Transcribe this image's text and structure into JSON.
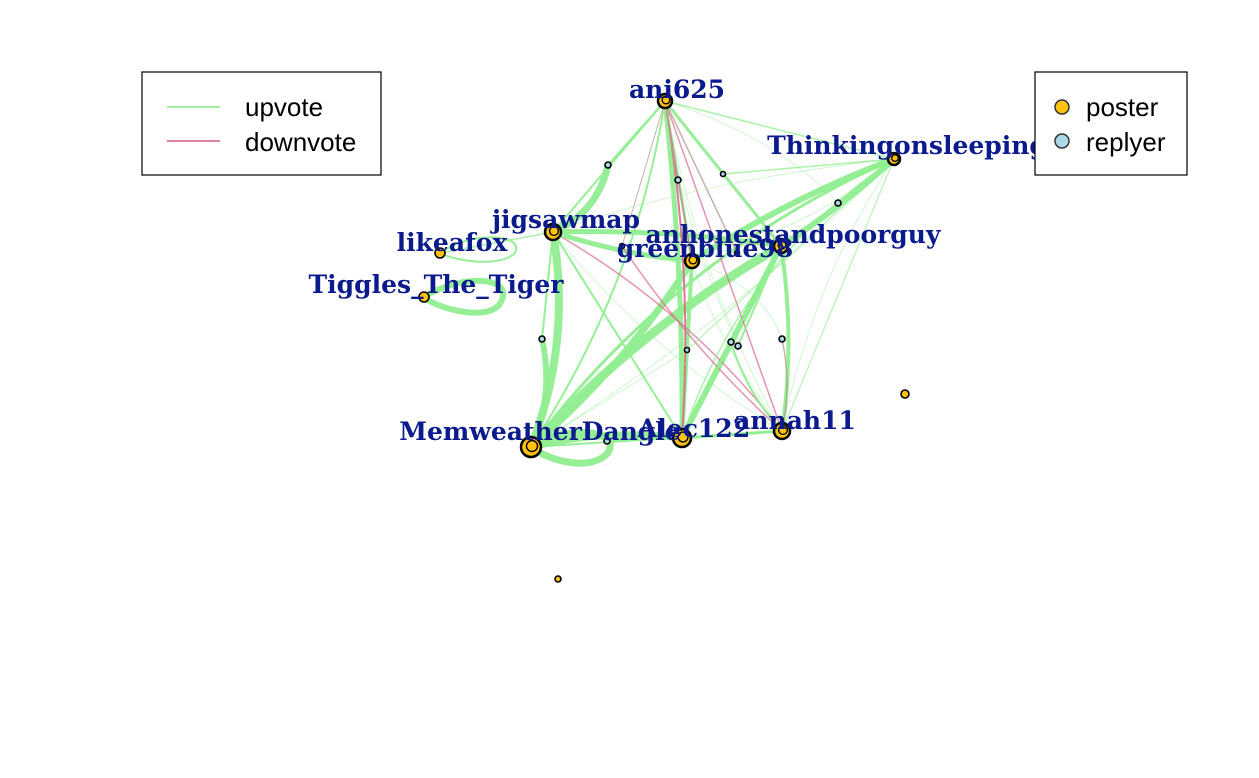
{
  "colors": {
    "upvote": "#90ee90",
    "downvote": "#db7093",
    "mixed": "#b09a8a",
    "poster": "#ffc20e",
    "replyer": "#add8e6",
    "label": "#0b1a8c",
    "node_stroke": "#000000"
  },
  "legend_edges": {
    "items": [
      {
        "label": "upvote",
        "color": "#90ee90"
      },
      {
        "label": "downvote",
        "color": "#db7093"
      }
    ]
  },
  "legend_nodes": {
    "items": [
      {
        "label": "poster",
        "color": "#ffc20e"
      },
      {
        "label": "replyer",
        "color": "#add8e6"
      }
    ]
  },
  "nodes": [
    {
      "id": "ani625",
      "label": "ani625",
      "kind": "poster"
    },
    {
      "id": "thinking",
      "label": "Thinkingonsleeping",
      "kind": "poster"
    },
    {
      "id": "jigsaw",
      "label": "jigsawmap",
      "kind": "poster"
    },
    {
      "id": "likeafox",
      "label": "likeafox",
      "kind": "poster"
    },
    {
      "id": "tiggles",
      "label": "Tiggles_The_Tiger",
      "kind": "poster"
    },
    {
      "id": "green",
      "label": "greenblue98",
      "kind": "poster"
    },
    {
      "id": "anhonest",
      "label": "anhonestandpoorguy",
      "kind": "poster"
    },
    {
      "id": "memweather",
      "label": "MemweatherDangle",
      "kind": "poster"
    },
    {
      "id": "alec",
      "label": "Alec122",
      "kind": "poster"
    },
    {
      "id": "annah",
      "label": "annah11",
      "kind": "poster"
    },
    {
      "id": "n1",
      "label": "",
      "kind": "replyer"
    },
    {
      "id": "n2",
      "label": "",
      "kind": "replyer"
    },
    {
      "id": "n3",
      "label": "",
      "kind": "replyer"
    },
    {
      "id": "n4",
      "label": "",
      "kind": "replyer"
    },
    {
      "id": "n5",
      "label": "",
      "kind": "replyer"
    },
    {
      "id": "n6",
      "label": "",
      "kind": "replyer"
    },
    {
      "id": "n7",
      "label": "",
      "kind": "replyer"
    },
    {
      "id": "n8",
      "label": "",
      "kind": "replyer"
    },
    {
      "id": "n9",
      "label": "",
      "kind": "replyer"
    },
    {
      "id": "n10",
      "label": "",
      "kind": "replyer"
    },
    {
      "id": "n11",
      "label": "",
      "kind": "replyer"
    },
    {
      "id": "n12",
      "label": "",
      "kind": "replyer"
    },
    {
      "id": "iso1",
      "label": "",
      "kind": "poster"
    },
    {
      "id": "iso2",
      "label": "",
      "kind": "poster"
    }
  ],
  "edges": [
    {
      "from": "memweather",
      "to": "jigsaw",
      "type": "upvote",
      "weight": 8
    },
    {
      "from": "memweather",
      "to": "anhonest",
      "type": "upvote",
      "weight": 9
    },
    {
      "from": "memweather",
      "to": "green",
      "type": "upvote",
      "weight": 7
    },
    {
      "from": "memweather",
      "to": "alec",
      "type": "upvote",
      "weight": 7
    },
    {
      "from": "memweather",
      "to": "thinking",
      "type": "upvote",
      "weight": 3
    },
    {
      "from": "memweather",
      "to": "ani625",
      "type": "upvote",
      "weight": 2
    },
    {
      "from": "memweather",
      "to": "annah",
      "type": "upvote",
      "weight": 2
    },
    {
      "from": "memweather",
      "to": "n5",
      "type": "upvote",
      "weight": 6
    },
    {
      "from": "alec",
      "to": "anhonest",
      "type": "upvote",
      "weight": 6
    },
    {
      "from": "alec",
      "to": "ani625",
      "type": "upvote",
      "weight": 5
    },
    {
      "from": "alec",
      "to": "green",
      "type": "upvote",
      "weight": 4
    },
    {
      "from": "alec",
      "to": "annah",
      "type": "upvote",
      "weight": 3
    },
    {
      "from": "alec",
      "to": "jigsaw",
      "type": "upvote",
      "weight": 2
    },
    {
      "from": "annah",
      "to": "anhonest",
      "type": "upvote",
      "weight": 4
    },
    {
      "from": "annah",
      "to": "ani625",
      "type": "downvote",
      "weight": 1.5
    },
    {
      "from": "annah",
      "to": "thinking",
      "type": "upvote",
      "weight": 1
    },
    {
      "from": "annah",
      "to": "jigsaw",
      "type": "downvote",
      "weight": 1.5
    },
    {
      "from": "annah",
      "to": "n8",
      "type": "mixed",
      "weight": 1.5
    },
    {
      "from": "anhonest",
      "to": "thinking",
      "type": "upvote",
      "weight": 6
    },
    {
      "from": "anhonest",
      "to": "jigsaw",
      "type": "upvote",
      "weight": 5
    },
    {
      "from": "anhonest",
      "to": "ani625",
      "type": "upvote",
      "weight": 3
    },
    {
      "from": "anhonest",
      "to": "n9",
      "type": "upvote",
      "weight": 2
    },
    {
      "from": "anhonest",
      "to": "n10",
      "type": "upvote",
      "weight": 2
    },
    {
      "from": "green",
      "to": "jigsaw",
      "type": "upvote",
      "weight": 5
    },
    {
      "from": "green",
      "to": "thinking",
      "type": "upvote",
      "weight": 6
    },
    {
      "from": "green",
      "to": "ani625",
      "type": "upvote",
      "weight": 3
    },
    {
      "from": "jigsaw",
      "to": "ani625",
      "type": "upvote",
      "weight": 2
    },
    {
      "from": "jigsaw",
      "to": "n1",
      "type": "upvote",
      "weight": 7
    },
    {
      "from": "jigsaw",
      "to": "n5",
      "type": "upvote",
      "weight": 2
    },
    {
      "from": "jigsaw",
      "to": "likeafox",
      "type": "upvote",
      "weight": 1.5
    },
    {
      "from": "ani625",
      "to": "thinking",
      "type": "upvote",
      "weight": 1.5
    },
    {
      "from": "ani625",
      "to": "n1",
      "type": "upvote",
      "weight": 2
    },
    {
      "from": "ani625",
      "to": "n2",
      "type": "upvote",
      "weight": 1.5
    },
    {
      "from": "ani625",
      "to": "green",
      "type": "downvote",
      "weight": 1.5
    },
    {
      "from": "ani625",
      "to": "n7",
      "type": "mixed",
      "weight": 1.5
    },
    {
      "from": "ani625",
      "to": "alec",
      "type": "downvote",
      "weight": 2
    },
    {
      "from": "thinking",
      "to": "n3",
      "type": "upvote",
      "weight": 1.5
    },
    {
      "from": "thinking",
      "to": "n4",
      "type": "upvote",
      "weight": 1
    },
    {
      "from": "thinking",
      "to": "alec",
      "type": "upvote",
      "weight": 1.5
    },
    {
      "from": "thinking",
      "to": "n11",
      "type": "upvote",
      "weight": 1
    },
    {
      "from": "n6",
      "to": "annah",
      "type": "downvote",
      "weight": 1.5
    },
    {
      "from": "n6",
      "to": "ani625",
      "type": "mixed",
      "weight": 1
    },
    {
      "from": "n12",
      "to": "alec",
      "type": "upvote",
      "weight": 2
    },
    {
      "from": "n9",
      "to": "alec",
      "type": "upvote",
      "weight": 2
    },
    {
      "from": "n9",
      "to": "annah",
      "type": "upvote",
      "weight": 2
    },
    {
      "from": "tiggles",
      "to": "tiggles",
      "type": "upvote",
      "weight": 6
    },
    {
      "from": "likeafox",
      "to": "likeafox",
      "type": "upvote",
      "weight": 2
    },
    {
      "from": "memweather",
      "to": "memweather",
      "type": "upvote",
      "weight": 7
    }
  ]
}
